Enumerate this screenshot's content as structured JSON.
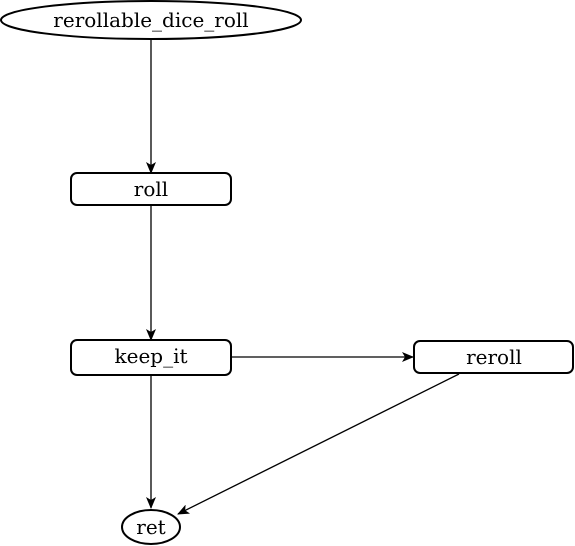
{
  "nodes": {
    "start": {
      "label": "rerollable_dice_roll",
      "shape": "ellipse"
    },
    "roll": {
      "label": "roll",
      "shape": "rounded-rect"
    },
    "keep_it": {
      "label": "keep_it",
      "shape": "rounded-rect"
    },
    "reroll": {
      "label": "reroll",
      "shape": "rounded-rect"
    },
    "ret": {
      "label": "ret",
      "shape": "ellipse"
    }
  },
  "edges": [
    {
      "from": "start",
      "to": "roll"
    },
    {
      "from": "roll",
      "to": "keep_it"
    },
    {
      "from": "keep_it",
      "to": "reroll"
    },
    {
      "from": "keep_it",
      "to": "ret"
    },
    {
      "from": "reroll",
      "to": "ret"
    }
  ],
  "colors": {
    "stroke": "#000000",
    "fill": "#ffffff",
    "background": "#ffffff"
  }
}
